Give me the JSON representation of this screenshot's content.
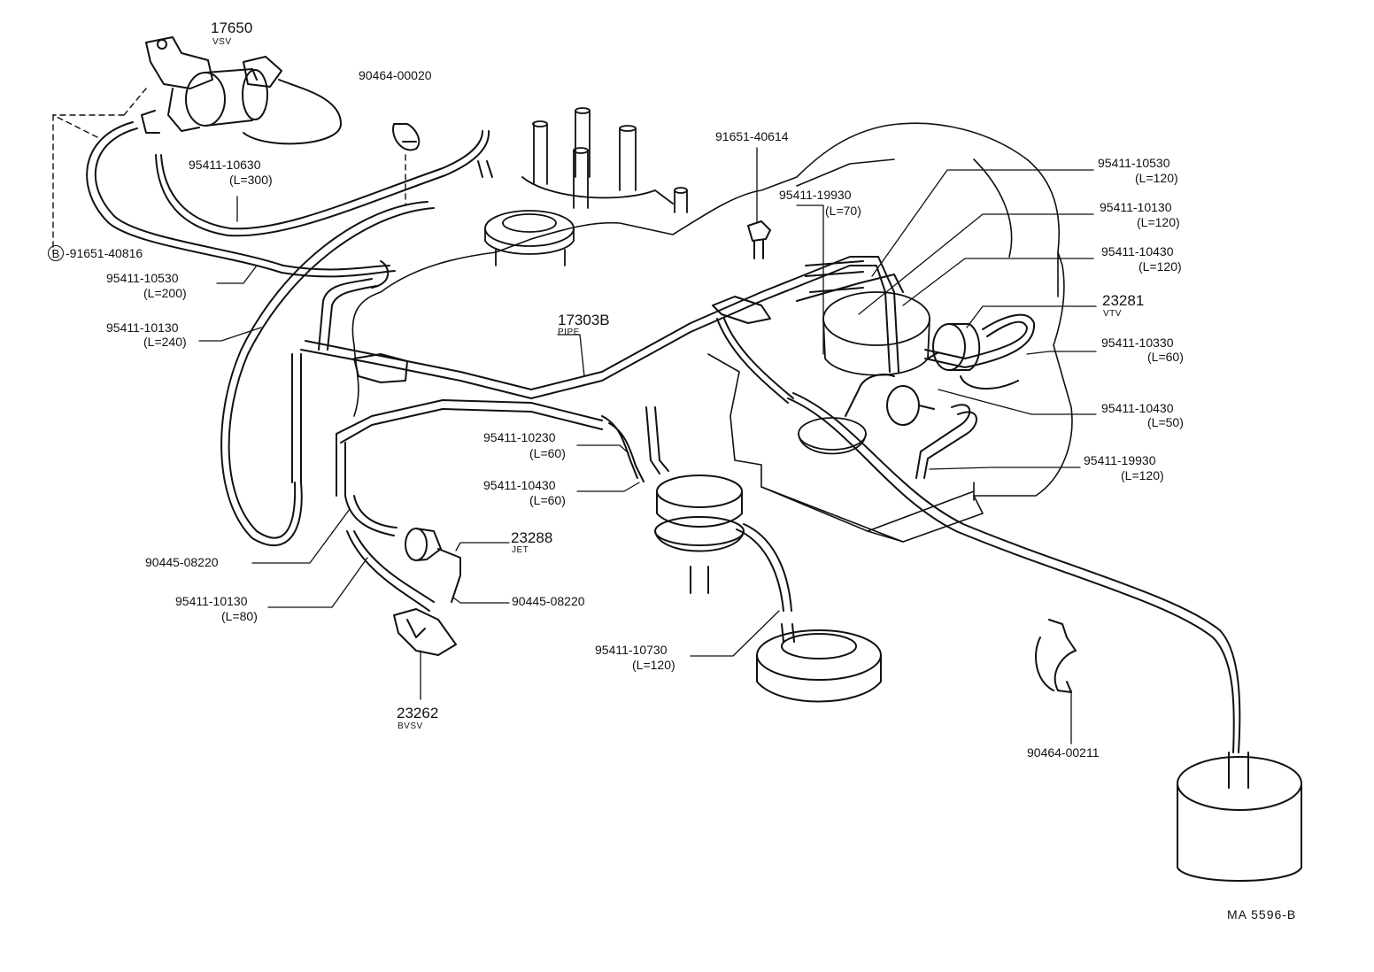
{
  "diagram": {
    "code": "MA  5596-B",
    "components": [
      {
        "id": "vsv",
        "number": "17650",
        "name": "VSV"
      },
      {
        "id": "pipe",
        "number": "17303B",
        "name": "PIPE"
      },
      {
        "id": "vtv",
        "number": "23281",
        "name": "VTV"
      },
      {
        "id": "jet",
        "number": "23288",
        "name": "JET"
      },
      {
        "id": "bvsv",
        "number": "23262",
        "name": "BVSV"
      }
    ],
    "parts": [
      {
        "id": "p01",
        "number": "90464-00020",
        "spec": ""
      },
      {
        "id": "p02",
        "number": "95411-10630",
        "spec": "(L=300)"
      },
      {
        "id": "p03",
        "marker": "B",
        "number": "-91651-40816",
        "spec": ""
      },
      {
        "id": "p04",
        "number": "95411-10530",
        "spec": "(L=200)"
      },
      {
        "id": "p05",
        "number": "95411-10130",
        "spec": "(L=240)"
      },
      {
        "id": "p06",
        "number": "91651-40614",
        "spec": ""
      },
      {
        "id": "p07",
        "number": "95411-19930",
        "spec": "(L=70)"
      },
      {
        "id": "p08",
        "number": "95411-10530",
        "spec": "(L=120)"
      },
      {
        "id": "p09",
        "number": "95411-10130",
        "spec": "(L=120)"
      },
      {
        "id": "p10",
        "number": "95411-10430",
        "spec": "(L=120)"
      },
      {
        "id": "p11",
        "number": "95411-10330",
        "spec": "(L=60)"
      },
      {
        "id": "p12",
        "number": "95411-10430",
        "spec": "(L=50)"
      },
      {
        "id": "p13",
        "number": "95411-19930",
        "spec": "(L=120)"
      },
      {
        "id": "p14",
        "number": "95411-10230",
        "spec": "(L=60)"
      },
      {
        "id": "p15",
        "number": "95411-10430",
        "spec": "(L=60)"
      },
      {
        "id": "p16",
        "number": "90445-08220",
        "spec": ""
      },
      {
        "id": "p17",
        "number": "95411-10130",
        "spec": "(L=80)"
      },
      {
        "id": "p18",
        "number": "90445-08220",
        "spec": ""
      },
      {
        "id": "p19",
        "number": "95411-10730",
        "spec": "(L=120)"
      },
      {
        "id": "p20",
        "number": "90464-00211",
        "spec": ""
      }
    ]
  }
}
